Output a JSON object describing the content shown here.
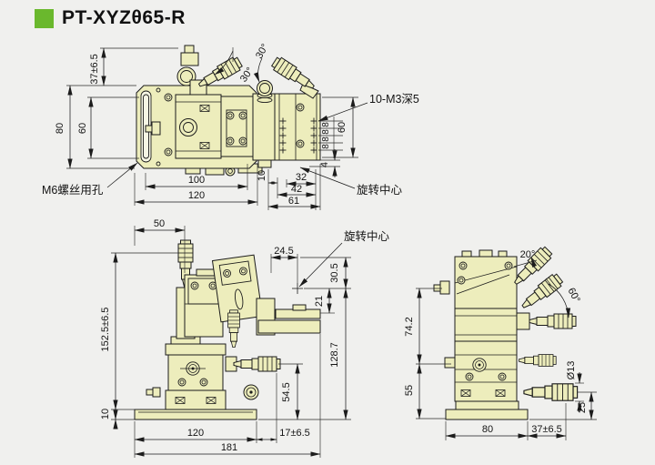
{
  "title": "PT-XYZθ65-R",
  "colors": {
    "accent_green": "#6ab82d",
    "body_fill": "#ededbc",
    "line": "#1c1c1c",
    "background": "#f0f0ee"
  },
  "top_view": {
    "d37": "37±6.5",
    "d80": "80",
    "d60l": "60",
    "d100": "100",
    "d120": "120",
    "d10": "10",
    "d32": "32",
    "d42": "42",
    "d61": "61",
    "d4": "4",
    "d8a": "8",
    "d8b": "8",
    "d8c": "8",
    "d8d": "8",
    "d60r": "60",
    "a30a": "30°",
    "a30b": "30°",
    "label_m3": "10-M3深5",
    "label_m6": "M6螺丝用孔",
    "label_rotation_center": "旋转中心"
  },
  "front_view": {
    "d50": "50",
    "d152": "152.5±6.5",
    "d10": "10",
    "d245": "24.5",
    "d305": "30.5",
    "d21": "21",
    "d1287": "128.7",
    "d545": "54.5",
    "d120": "120",
    "d17": "17±6.5",
    "d181": "181",
    "label_rotation_center": "旋转中心"
  },
  "side_view": {
    "a20": "20°",
    "a60": "60°",
    "d742": "74.2",
    "d55": "55",
    "d13": "Ø13",
    "d25": "25",
    "d80": "80",
    "d37": "37±6.5"
  }
}
